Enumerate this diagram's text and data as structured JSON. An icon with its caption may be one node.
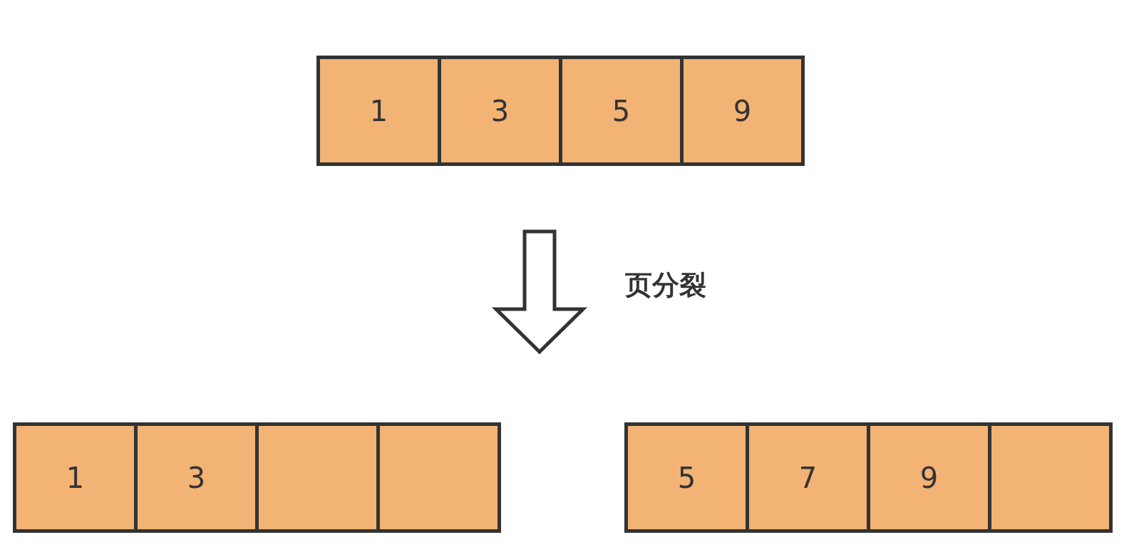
{
  "diagram": {
    "nodes": [
      {
        "text": [
          "1"
        ]
      },
      {
        "text": [
          "3"
        ]
      },
      {
        "text": [
          "5"
        ]
      },
      {
        "text": [
          "9"
        ]
      },
      {
        "text": [
          "1"
        ]
      },
      {
        "text": [
          "3"
        ]
      },
      {
        "text": [],
        "shape": "box"
      },
      {
        "text": [],
        "shape": "box"
      },
      {
        "text": [
          "5"
        ]
      },
      {
        "text": [
          "7"
        ]
      },
      {
        "text": [
          "9"
        ]
      },
      {
        "text": [],
        "shape": "box"
      }
    ],
    "labels": [
      "页分裂"
    ]
  }
}
